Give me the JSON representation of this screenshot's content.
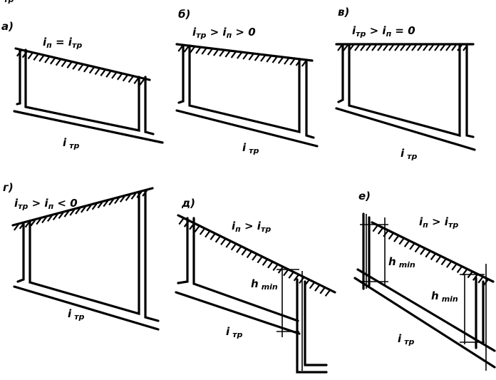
{
  "panels": [
    {
      "id": "a",
      "tag": "а)",
      "formula": [
        [
          "i",
          "п"
        ],
        [
          " = "
        ],
        [
          "i",
          "тр"
        ]
      ],
      "pipe_label": [
        "i",
        "тр"
      ]
    },
    {
      "id": "b",
      "tag": "б)",
      "formula": [
        [
          "i",
          "тр"
        ],
        [
          " > "
        ],
        [
          "i",
          "п"
        ],
        [
          " > 0"
        ]
      ],
      "pipe_label": [
        "i",
        "тр"
      ]
    },
    {
      "id": "v",
      "tag": "в)",
      "formula": [
        [
          "i",
          "тр"
        ],
        [
          " > "
        ],
        [
          "i",
          "п"
        ],
        [
          " = 0"
        ]
      ],
      "pipe_label": [
        "i",
        "тр"
      ]
    },
    {
      "id": "g",
      "tag": "г)",
      "formula": [
        [
          "i",
          "тр"
        ],
        [
          " > "
        ],
        [
          "i",
          "п"
        ],
        [
          " < 0"
        ]
      ],
      "pipe_label": [
        "i",
        "тр"
      ]
    },
    {
      "id": "d",
      "tag": "д)",
      "formula": [
        [
          "i",
          "п"
        ],
        [
          " > "
        ],
        [
          "i",
          "тр"
        ]
      ],
      "pipe_label": [
        "i",
        "тр"
      ],
      "dim_label": [
        "h",
        "min"
      ]
    },
    {
      "id": "e",
      "tag": "е)",
      "formula": [
        [
          "i",
          "п"
        ],
        [
          " > "
        ],
        [
          "i",
          "тр"
        ]
      ],
      "pipe_label": [
        "i",
        "тр"
      ],
      "dim_label": [
        "h",
        "min"
      ],
      "dim_label_2": [
        "h",
        "min"
      ]
    }
  ]
}
